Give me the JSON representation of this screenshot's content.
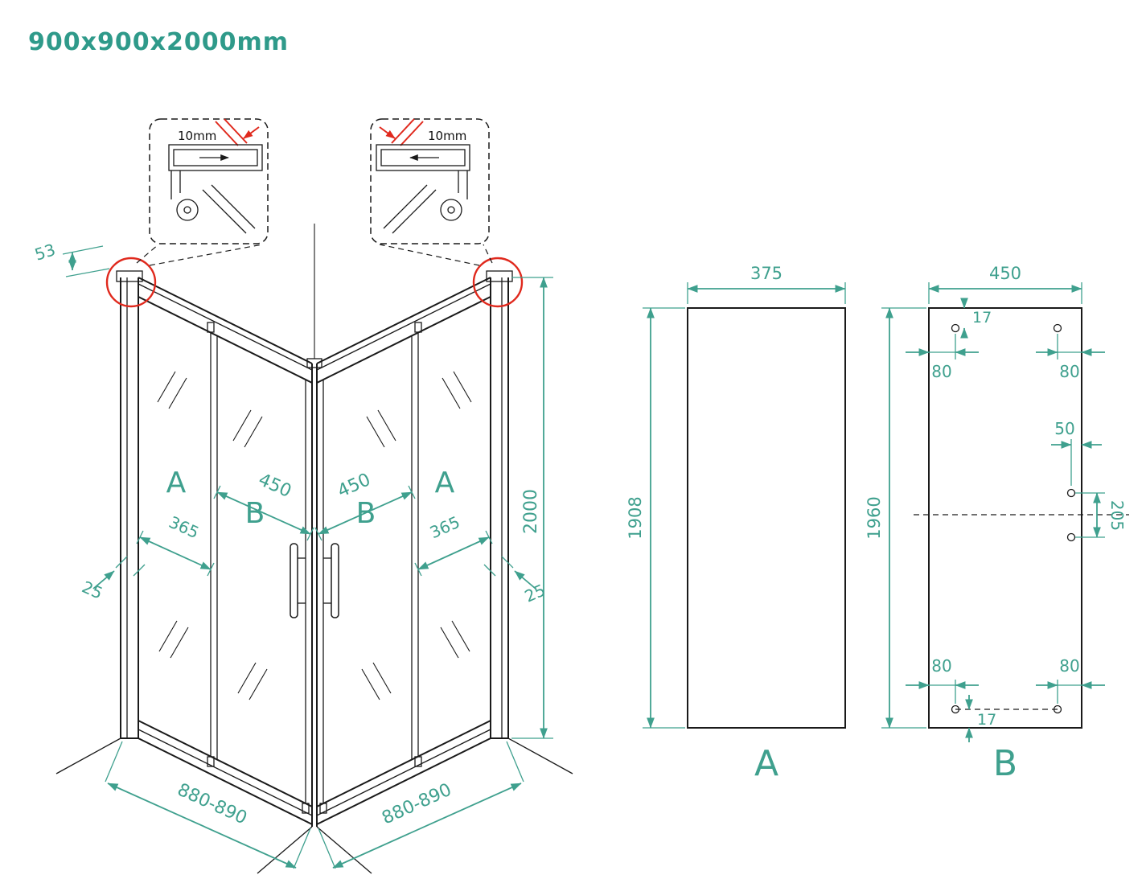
{
  "title": "900x900x2000mm",
  "colors": {
    "teal": "#3fa08e",
    "red": "#e0291d",
    "line": "#1a1a1a",
    "background": "#ffffff"
  },
  "detail_left": {
    "label": "10mm"
  },
  "detail_right": {
    "label": "10mm"
  },
  "front": {
    "dim53": "53",
    "door_left": "450",
    "door_right": "450",
    "fixed_left": "365",
    "fixed_right": "365",
    "profile_left": "25",
    "profile_right": "25",
    "height": "2000",
    "width_left": "880-890",
    "width_right": "880-890",
    "panel_a_left": "A",
    "panel_b_left": "B",
    "panel_b_right": "B",
    "panel_a_right": "A"
  },
  "panel_a": {
    "label": "A",
    "width": "375",
    "height": "1908"
  },
  "panel_b": {
    "label": "B",
    "width": "450",
    "height": "1960",
    "top_offset": "17",
    "bottom_offset": "17",
    "top_left": "80",
    "top_right": "80",
    "bottom_left": "80",
    "bottom_right": "80",
    "side": "50",
    "middle": "205"
  }
}
